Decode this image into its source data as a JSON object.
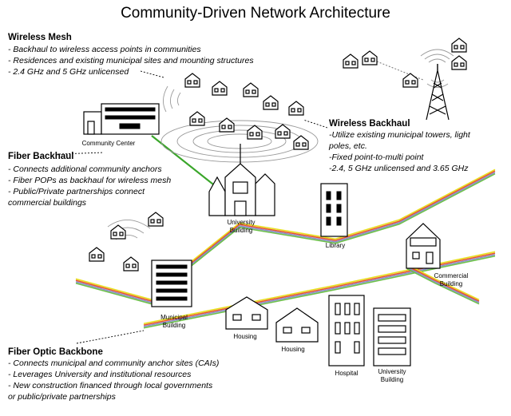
{
  "title": "Community-Driven Network Architecture",
  "sections": {
    "wireless_mesh": {
      "heading": "Wireless Mesh",
      "lines": [
        "- Backhaul to wireless access points in communities",
        "- Residences and existing municipal sites and mounting structures",
        "- 2.4 GHz and 5 GHz unlicensed"
      ]
    },
    "fiber_backhaul": {
      "heading": "Fiber Backhaul",
      "lines": [
        "- Connects additional community anchors",
        "- Fiber POPs as backhaul for wireless mesh",
        "- Public/Private partnerships connect",
        "commercial buildings"
      ]
    },
    "wireless_backhaul": {
      "heading": "Wireless Backhaul",
      "lines": [
        "-Utilize existing municipal towers, light",
        "poles, etc.",
        "-Fixed point-to-multi point",
        "-2.4, 5 GHz unlicensed and 3.65 GHz"
      ]
    },
    "fiber_optic_backbone": {
      "heading": "Fiber Optic Backbone",
      "lines": [
        "- Connects municipal and community anchor sites (CAIs)",
        "- Leverages University and institutional resources",
        "- New construction financed through local governments",
        "or public/private partnerships"
      ]
    }
  },
  "labels": {
    "community_center": "Community Center",
    "university_1": [
      "University",
      "Building"
    ],
    "library": "Library",
    "commercial": [
      "Commercial",
      "Building"
    ],
    "municipal": [
      "Municipal",
      "Building"
    ],
    "housing_1": "Housing",
    "housing_2": "Housing",
    "hospital": "Hospital",
    "university_2": [
      "University",
      "Building"
    ]
  },
  "colors": {
    "fiber_stripes": [
      "#e8e020",
      "#e8542a",
      "#8a8acb",
      "#6cc04a"
    ],
    "fiber_backhaul_line": "#3aa62a",
    "signal_arcs": "#9a9a9a"
  }
}
